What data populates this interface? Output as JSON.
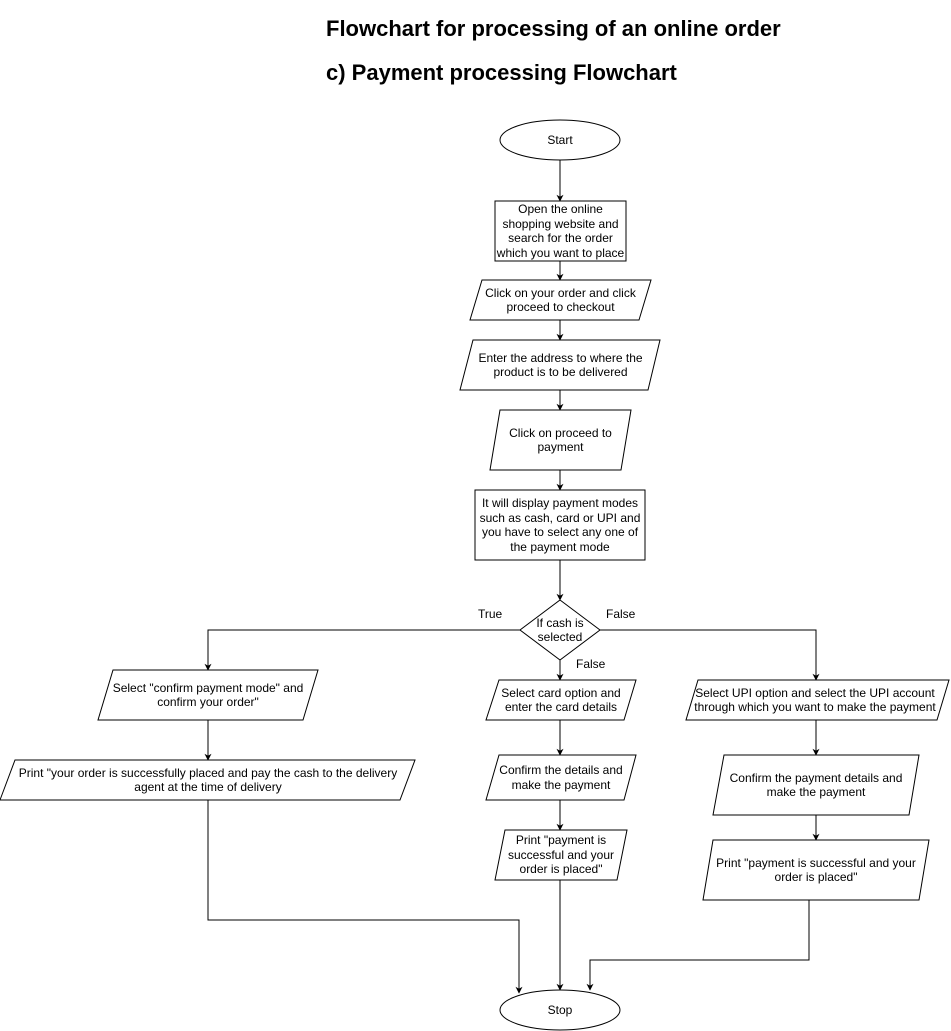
{
  "title": "Flowchart for processing of an online order",
  "subtitle": "c) Payment processing Flowchart",
  "nodes": {
    "start": "Start",
    "open_site": "Open the online shopping website and search for the order which you want to place",
    "checkout": "Click on your order and click proceed to checkout",
    "address": "Enter the address to where the product is to be delivered",
    "proceed_payment": "Click on proceed to payment",
    "display_modes": "It will display payment modes such as cash, card or UPI and you have to select any one of the payment mode",
    "decision": "If cash is selected",
    "cash_confirm": "Select \"confirm payment mode\" and confirm your order\"",
    "cash_print": "Print \"your  order is successfully placed and pay the cash to the delivery agent at the time of delivery",
    "card_select": "Select card option and enter the card details",
    "card_confirm": "Confirm the details and make the payment",
    "card_print": "Print \"payment is successful and your order is placed\"",
    "upi_select": "Select UPI option and select the UPI account through which you want to make the payment",
    "upi_confirm": "Confirm the payment details and make the payment",
    "upi_print": "Print \"payment is successful and your order is placed\"",
    "stop": "Stop"
  },
  "edge_labels": {
    "true_left": "True",
    "false_right": "False",
    "false_down": "False"
  }
}
